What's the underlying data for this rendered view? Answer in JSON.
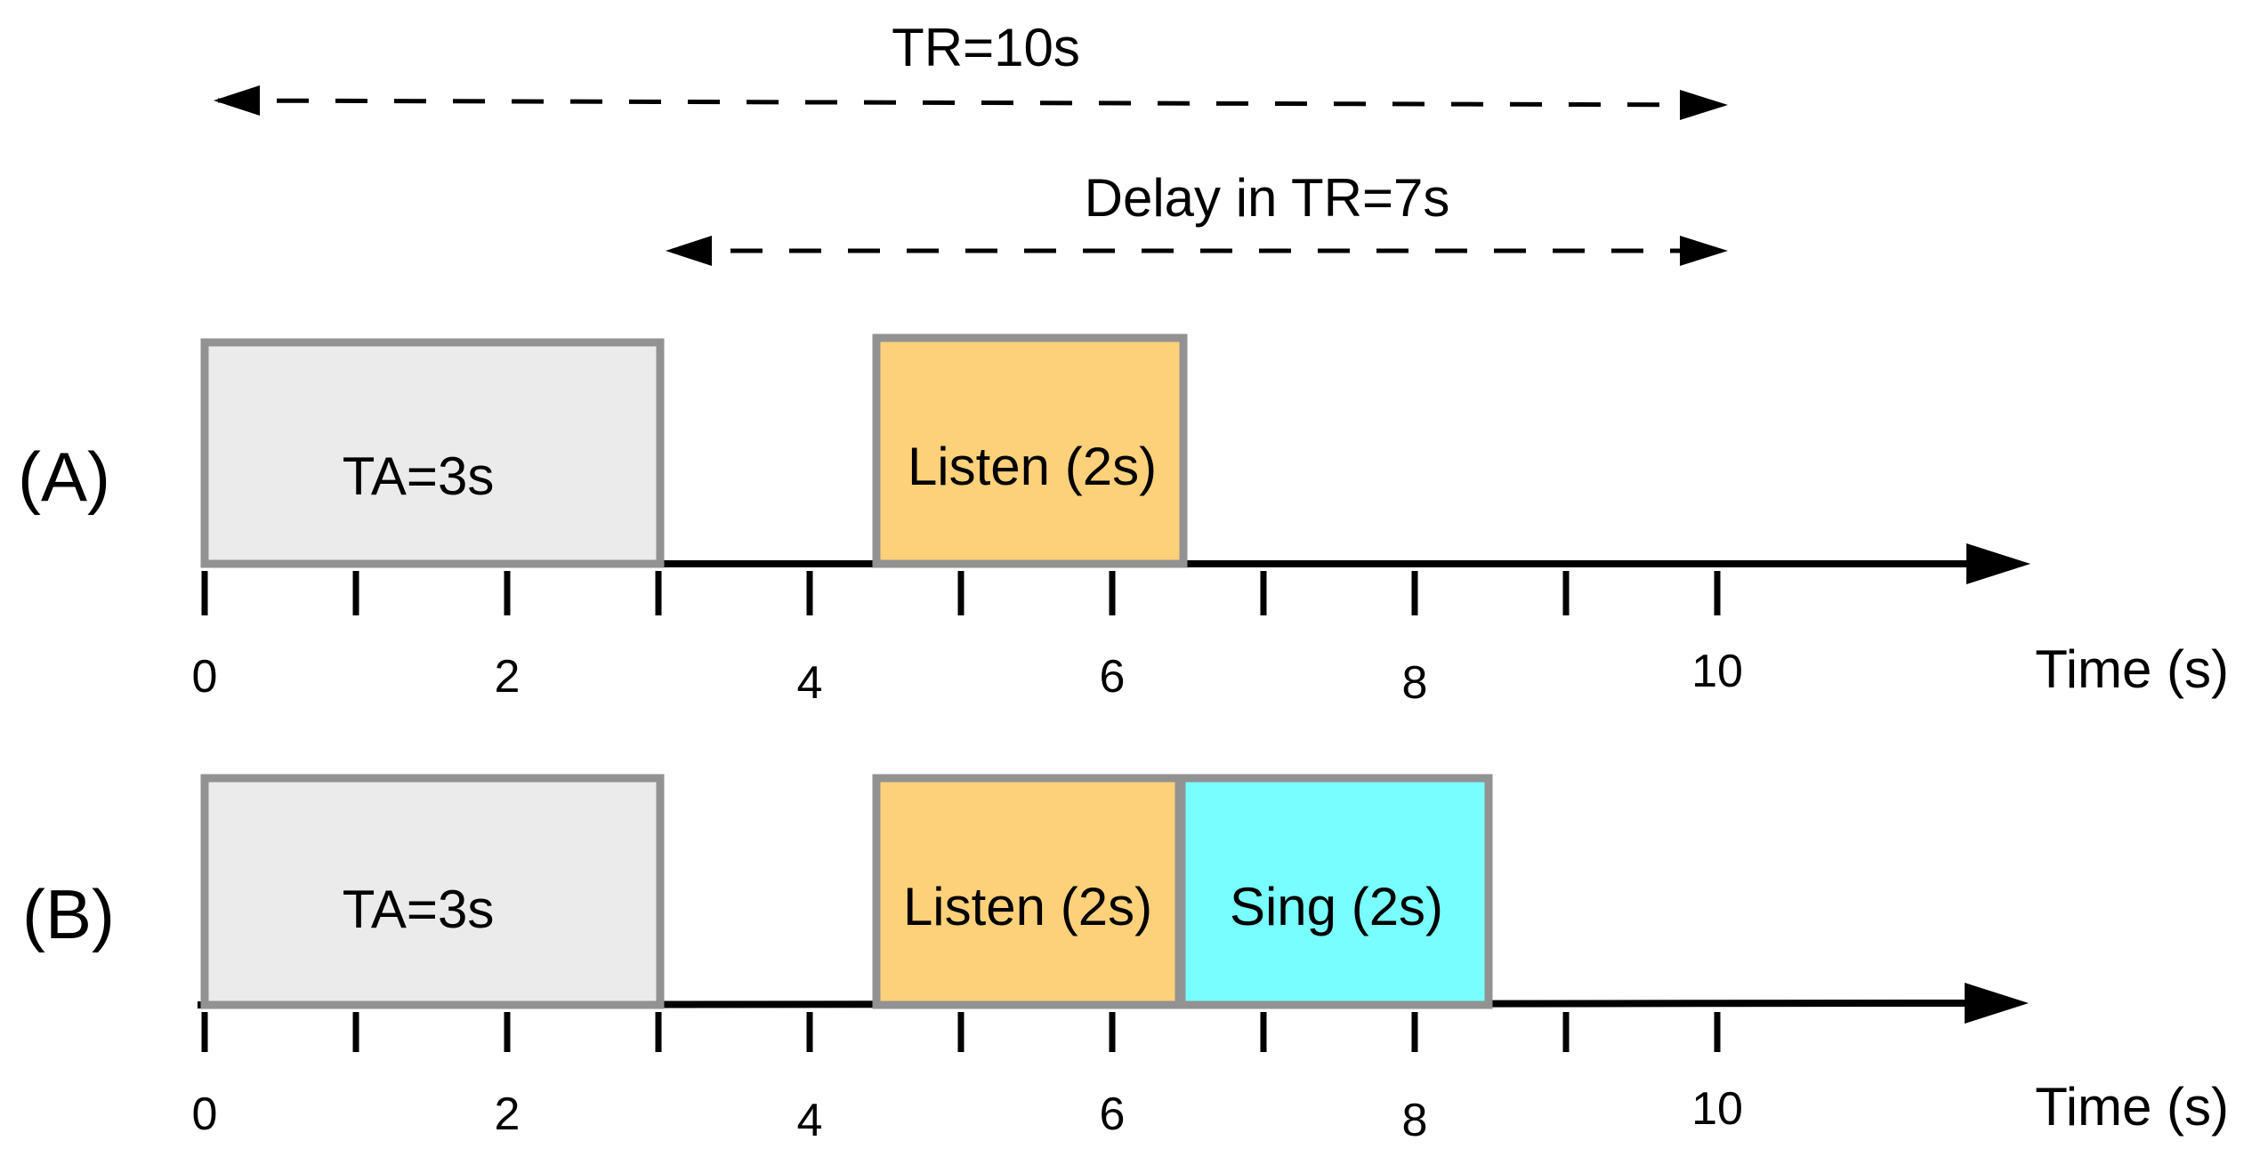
{
  "colors": {
    "axis": "#000000",
    "box_border": "#929292",
    "ta_fill": "#ebebeb",
    "listen_fill": "#fdd17a",
    "sing_fill": "#78feff"
  },
  "top_spans": [
    {
      "label": "TR=10s",
      "from": 0,
      "to": 10
    },
    {
      "label": "Delay in TR=7s",
      "from": 3,
      "to": 10
    }
  ],
  "panels": [
    {
      "label": "(A)",
      "axis_title": "Time (s)",
      "tick_labels": [
        "0",
        "2",
        "4",
        "6",
        "8",
        "10"
      ],
      "boxes": [
        {
          "label": "TA=3s",
          "start": 0,
          "end": 3,
          "color": "ta_fill"
        },
        {
          "label": "Listen (2s)",
          "start": 4.5,
          "end": 6.5,
          "color": "listen_fill"
        }
      ]
    },
    {
      "label": "(B)",
      "axis_title": "Time (s)",
      "tick_labels": [
        "0",
        "2",
        "4",
        "6",
        "8",
        "10"
      ],
      "boxes": [
        {
          "label": "TA=3s",
          "start": 0,
          "end": 3,
          "color": "ta_fill"
        },
        {
          "label": "Listen (2s)",
          "start": 4.5,
          "end": 6.5,
          "color": "listen_fill"
        },
        {
          "label": "Sing (2s)",
          "start": 6.5,
          "end": 8.5,
          "color": "sing_fill"
        }
      ]
    }
  ]
}
